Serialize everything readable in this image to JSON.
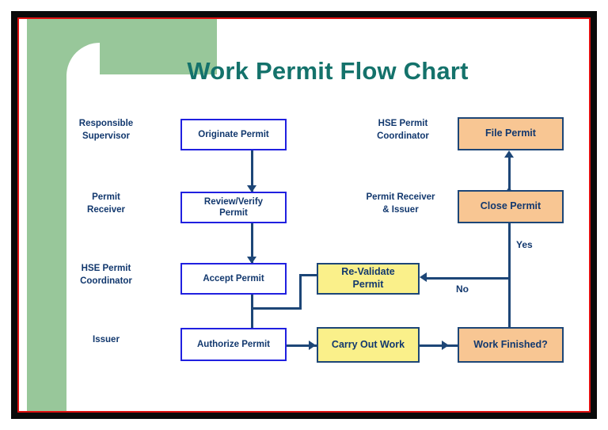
{
  "frame": {
    "outer_border_color": "#0a0a0a",
    "inner_border_color": "#e01010",
    "accent_band_color": "#98c79a",
    "page_background": "#ffffff"
  },
  "title": {
    "text": "Work Permit Flow Chart",
    "color": "#14726b"
  },
  "colors": {
    "node_border_blue": "#2020e0",
    "node_border_navy": "#1d4677",
    "node_fill_white": "#ffffff",
    "node_fill_orange": "#f8c693",
    "node_fill_yellow": "#faf08a",
    "text_navy": "#12386e",
    "connector": "#1d4677"
  },
  "role_labels": [
    {
      "id": "responsible-supervisor",
      "text": "Responsible\nSupervisor"
    },
    {
      "id": "permit-receiver",
      "text": "Permit\nReceiver"
    },
    {
      "id": "hse-permit-coordinator-left",
      "text": "HSE Permit\nCoordinator"
    },
    {
      "id": "issuer",
      "text": "Issuer"
    },
    {
      "id": "hse-permit-coordinator-right",
      "text": "HSE Permit\nCoordinator"
    },
    {
      "id": "permit-receiver-and-issuer",
      "text": "Permit Receiver\n& Issuer"
    }
  ],
  "nodes": [
    {
      "id": "originate-permit",
      "text": "Originate Permit",
      "style": "white"
    },
    {
      "id": "review-verify-permit",
      "text": "Review/Verify\nPermit",
      "style": "white"
    },
    {
      "id": "accept-permit",
      "text": "Accept Permit",
      "style": "white"
    },
    {
      "id": "authorize-permit",
      "text": "Authorize Permit",
      "style": "white"
    },
    {
      "id": "re-validate-permit",
      "text": "Re-Validate\nPermit",
      "style": "yellow"
    },
    {
      "id": "carry-out-work",
      "text": "Carry Out Work",
      "style": "yellow"
    },
    {
      "id": "work-finished",
      "text": "Work Finished?",
      "style": "orange"
    },
    {
      "id": "close-permit",
      "text": "Close Permit",
      "style": "orange"
    },
    {
      "id": "file-permit",
      "text": "File Permit",
      "style": "orange"
    }
  ],
  "branch_labels": [
    {
      "id": "yes",
      "text": "Yes"
    },
    {
      "id": "no",
      "text": "No"
    }
  ],
  "chart_data": {
    "type": "flowchart",
    "title": "Work Permit Flow Chart",
    "swimlanes": [
      {
        "role": "Responsible Supervisor",
        "nodes": [
          "Originate Permit"
        ]
      },
      {
        "role": "Permit Receiver",
        "nodes": [
          "Review/Verify Permit"
        ]
      },
      {
        "role": "HSE Permit Coordinator",
        "nodes": [
          "Accept Permit",
          "Re-Validate Permit"
        ]
      },
      {
        "role": "Issuer",
        "nodes": [
          "Authorize Permit",
          "Carry Out Work",
          "Work Finished?"
        ]
      },
      {
        "role": "Permit Receiver & Issuer",
        "nodes": [
          "Close Permit"
        ]
      },
      {
        "role": "HSE Permit Coordinator",
        "nodes": [
          "File Permit"
        ]
      }
    ],
    "edges": [
      {
        "from": "Originate Permit",
        "to": "Review/Verify Permit",
        "label": ""
      },
      {
        "from": "Review/Verify Permit",
        "to": "Accept Permit",
        "label": ""
      },
      {
        "from": "Accept Permit",
        "to": "Authorize Permit",
        "label": ""
      },
      {
        "from": "Authorize Permit",
        "to": "Carry Out Work",
        "label": ""
      },
      {
        "from": "Carry Out Work",
        "to": "Work Finished?",
        "label": ""
      },
      {
        "from": "Work Finished?",
        "to": "Re-Validate Permit",
        "label": "No"
      },
      {
        "from": "Re-Validate Permit",
        "to": "Authorize Permit",
        "label": ""
      },
      {
        "from": "Work Finished?",
        "to": "Close Permit",
        "label": "Yes"
      },
      {
        "from": "Close Permit",
        "to": "File Permit",
        "label": ""
      }
    ]
  }
}
